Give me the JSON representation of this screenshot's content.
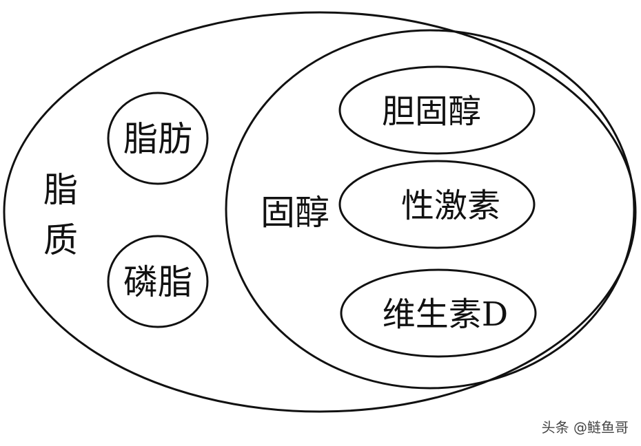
{
  "diagram": {
    "outer": {
      "label_line1": "脂",
      "label_line2": "质"
    },
    "left_items": [
      {
        "label": "脂肪"
      },
      {
        "label": "磷脂"
      }
    ],
    "steroid": {
      "label": "固醇",
      "items": [
        {
          "label": "胆固醇"
        },
        {
          "label": "性激素"
        },
        {
          "label": "维生素D"
        }
      ]
    }
  },
  "watermark": "头条 @鲢鱼哥",
  "colors": {
    "stroke": "#111111",
    "background": "#ffffff"
  }
}
